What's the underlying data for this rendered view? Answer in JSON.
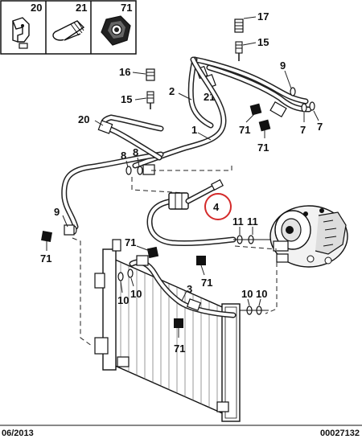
{
  "legend": [
    {
      "ref": "20",
      "icon": "clip-icon"
    },
    {
      "ref": "21",
      "icon": "spring-clip-icon"
    },
    {
      "ref": "71",
      "icon": "hex-nut-icon"
    }
  ],
  "parts": {
    "p17": "17",
    "p15a": "15",
    "p9a": "9",
    "p16": "16",
    "p15b": "15",
    "p2": "2",
    "p21": "21",
    "p71a": "71",
    "p7a": "7",
    "p7b": "7",
    "p71b": "71",
    "p20": "20",
    "p1": "1",
    "p8a": "8",
    "p8b": "8",
    "p4": "4",
    "p9b": "9",
    "p71c": "71",
    "p11a": "11",
    "p11b": "11",
    "p71d": "71",
    "p71e": "71",
    "p3": "3",
    "p10a": "10",
    "p10b": "10",
    "p10c": "10",
    "p10d": "10",
    "p71f": "71"
  },
  "highlight": {
    "ref": "4",
    "color": "#d42a2a"
  },
  "footer": {
    "date": "06/2013",
    "code": "00027132"
  }
}
